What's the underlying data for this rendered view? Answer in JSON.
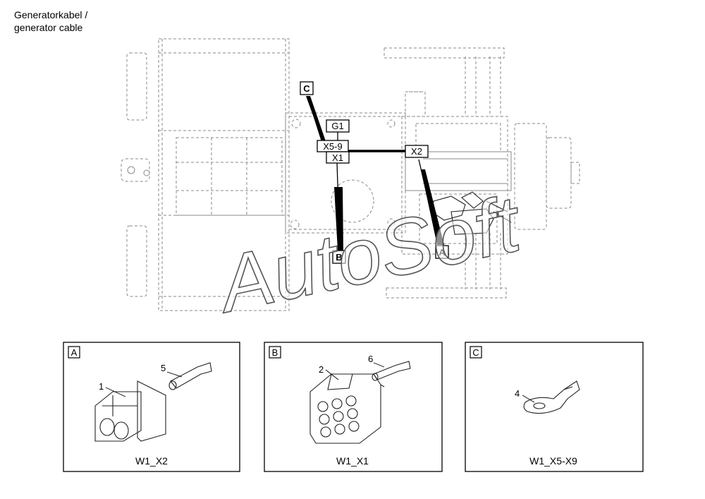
{
  "title": {
    "line1": "Generatorkabel /",
    "line2": "generator cable"
  },
  "watermark": "AutoSoft",
  "overview_labels": {
    "g1": "G1",
    "x5_9": "X5-9",
    "x1": "X1",
    "x2": "X2"
  },
  "callouts": {
    "a": "A",
    "b": "B",
    "c": "C"
  },
  "panels": [
    {
      "letter": "A",
      "caption": "W1_X2",
      "parts": [
        "1",
        "5"
      ]
    },
    {
      "letter": "B",
      "caption": "W1_X1",
      "parts": [
        "2",
        "6"
      ]
    },
    {
      "letter": "C",
      "caption": "W1_X5-X9",
      "parts": [
        "4"
      ]
    }
  ]
}
